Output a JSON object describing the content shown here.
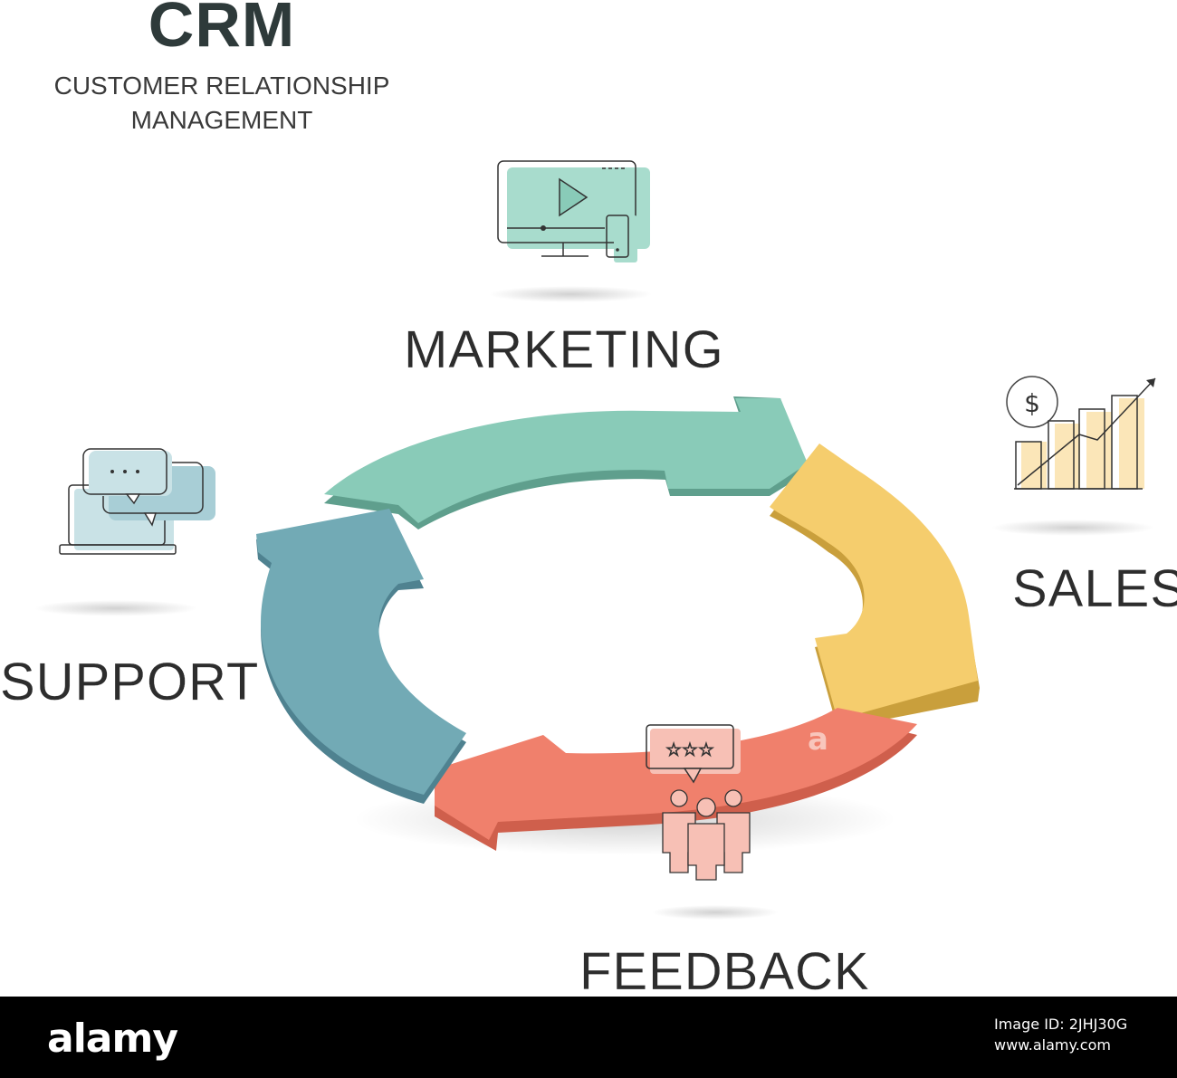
{
  "header": {
    "title": "CRM",
    "subtitle_line1": "CUSTOMER RELATIONSHIP",
    "subtitle_line2": "MANAGEMENT"
  },
  "cycle": {
    "stages": [
      {
        "label": "MARKETING",
        "color": "#89cbb8",
        "icon": "video-monitor-icon"
      },
      {
        "label": "SALES",
        "color": "#f5cd6d",
        "icon": "growth-chart-icon"
      },
      {
        "label": "FEEDBACK",
        "color": "#f0806c",
        "icon": "customer-rating-icon"
      },
      {
        "label": "SUPPORT",
        "color": "#72aab5",
        "icon": "chat-laptop-icon"
      }
    ]
  },
  "footer": {
    "brand": "alamy",
    "image_id": "Image ID: 2JHJ30G",
    "url": "www.alamy.com"
  }
}
